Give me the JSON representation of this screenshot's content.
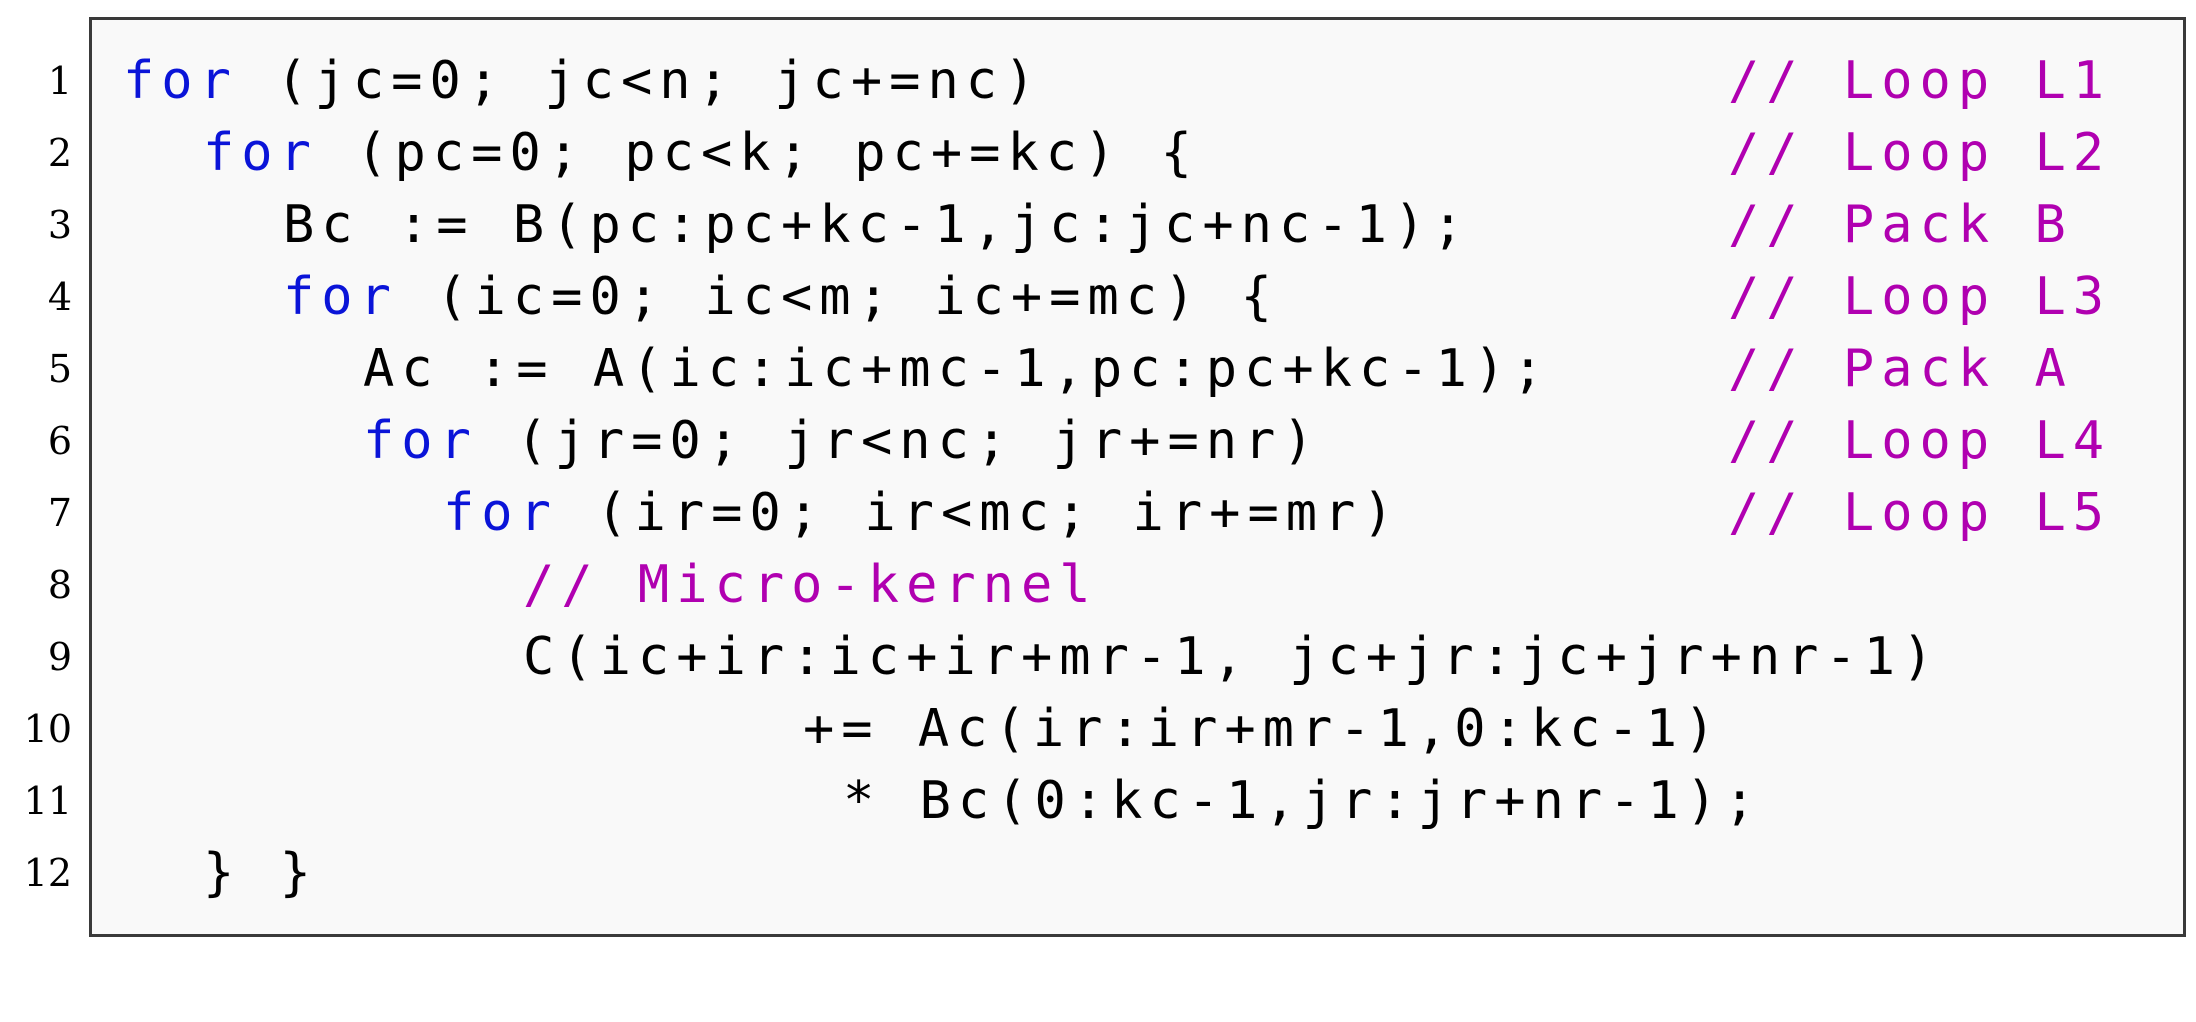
{
  "lines": [
    {
      "no": "1",
      "kw": "for",
      "code": " (jc=0; jc<n; jc+=nc)",
      "comment": "// Loop L1"
    },
    {
      "no": "2",
      "kw": "for",
      "code": " (pc=0; pc<k; pc+=kc) {",
      "comment": "// Loop L2"
    },
    {
      "no": "3",
      "kw": "",
      "code": "Bc := B(pc:pc+kc-1,jc:jc+nc-1);",
      "comment": "// Pack B"
    },
    {
      "no": "4",
      "kw": "for",
      "code": " (ic=0; ic<m; ic+=mc) {",
      "comment": "// Loop L3"
    },
    {
      "no": "5",
      "kw": "",
      "code": "Ac := A(ic:ic+mc-1,pc:pc+kc-1);",
      "comment": "// Pack A"
    },
    {
      "no": "6",
      "kw": "for",
      "code": " (jr=0; jr<nc; jr+=nr)",
      "comment": "// Loop L4"
    },
    {
      "no": "7",
      "kw": "for",
      "code": " (ir=0; ir<mc; ir+=mr)",
      "comment": "// Loop L5"
    },
    {
      "no": "8",
      "kw": "",
      "code": "",
      "comment": "// Micro-kernel"
    },
    {
      "no": "9",
      "kw": "",
      "code": "C(ic+ir:ic+ir+mr-1, jc+jr:jc+jr+nr-1)",
      "comment": ""
    },
    {
      "no": "10",
      "kw": "",
      "code": "+= Ac(ir:ir+mr-1,0:kc-1)",
      "comment": ""
    },
    {
      "no": "11",
      "kw": "",
      "code": "* Bc(0:kc-1,jr:jr+nr-1);",
      "comment": ""
    },
    {
      "no": "12",
      "kw": "",
      "code": "} }",
      "comment": ""
    }
  ],
  "colors": {
    "keyword": "#0a14d8",
    "comment": "#b000b0",
    "text": "#000000",
    "background": "#f9f9f9",
    "border": "#3a3a3a"
  }
}
